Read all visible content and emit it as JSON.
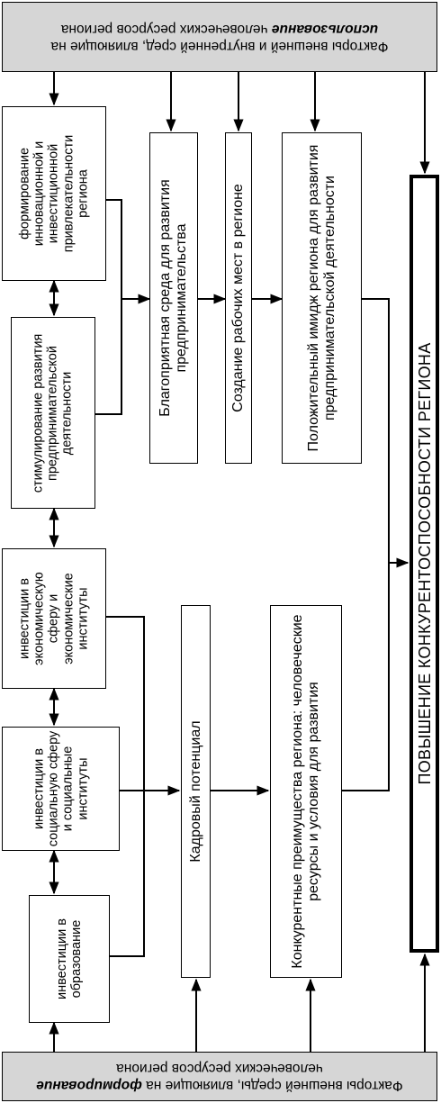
{
  "factors_use": {
    "prefix": "Факторы внешней и внутренней сред, влияющие на ",
    "emphasis": "использование",
    "suffix": " человеческих ресурсов региона"
  },
  "factors_form": {
    "prefix": "Факторы внешней среды, влияющие на ",
    "emphasis": "формирование",
    "suffix": " человеческих ресурсов региона"
  },
  "investments": {
    "innovation": "формирование инновационной и инвестиционной привлекательности региона",
    "entrepreneurship": "стимулирование развития предпринимательской деятельности",
    "economic": "инвестиции в экономическую сферу и экономические институты",
    "social": "инвестиции в социальную сферу и социальные институты",
    "education": "инвестиции в образование"
  },
  "outcomes": {
    "environment": "Благоприятная среда для развития предпринимательства",
    "jobs": "Создание рабочих мест в регионе",
    "image": "Положительный имидж региона для развития предпринимательской деятельности"
  },
  "potential": "Кадровый потенциал",
  "advantages": "Конкурентные преимущества региона: человеческие ресурсы и условия для развития",
  "result": "ПОВЫШЕНИЕ КОНКУРЕНТОСПОСОБНОСТИ РЕГИОНА"
}
